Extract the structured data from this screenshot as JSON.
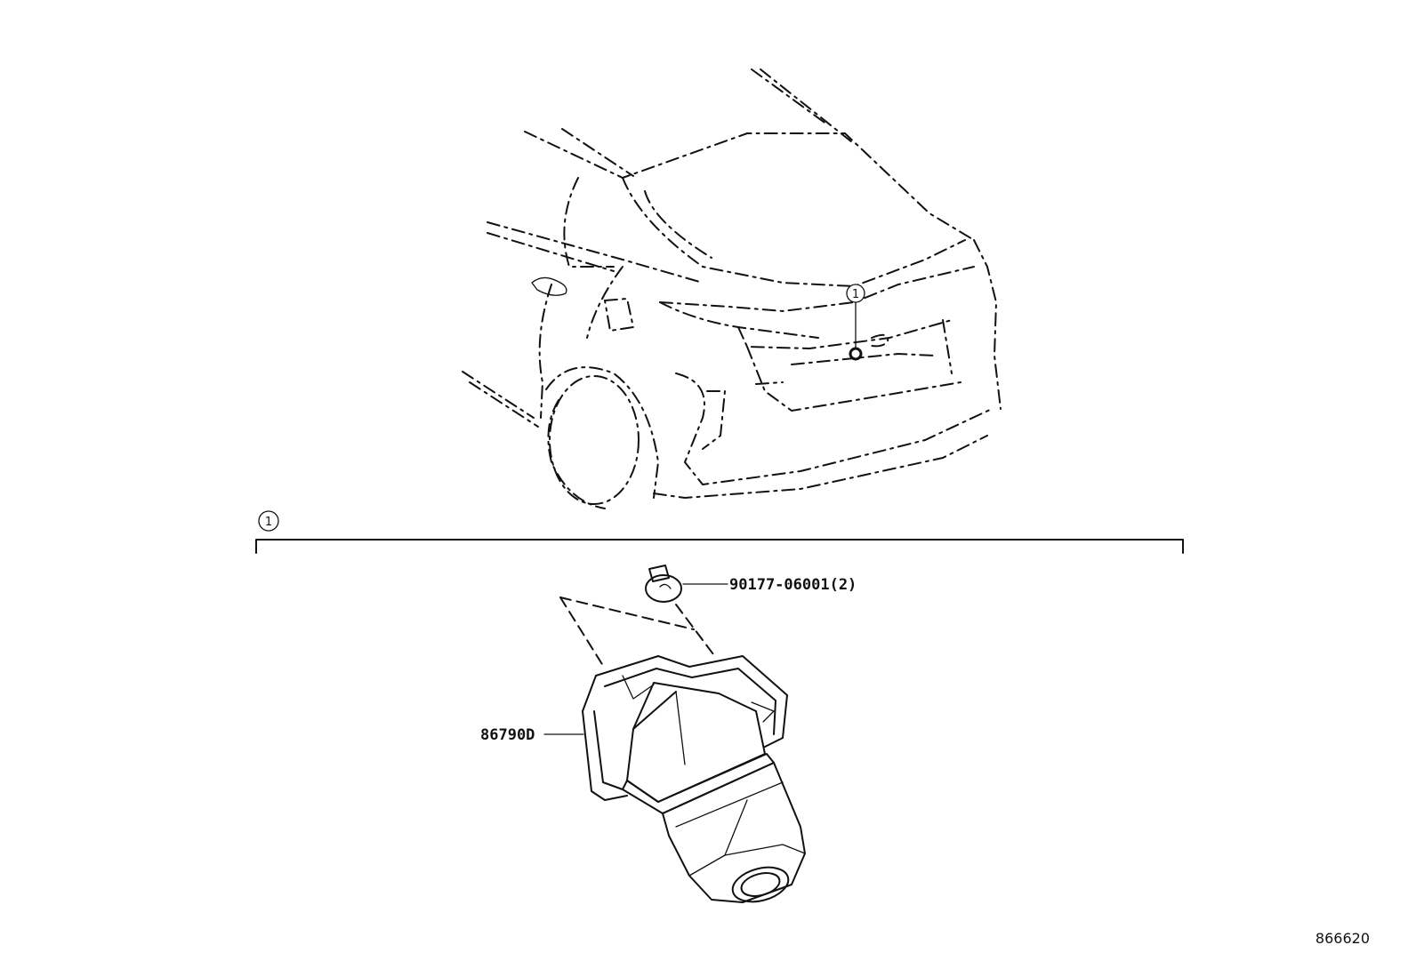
{
  "callouts": {
    "vehicle_ref": "1",
    "group_ref": "1"
  },
  "parts": {
    "clip_label": "90177-06001(2)",
    "camera_label": "86790D"
  },
  "diagram_id": "866620",
  "colors": {
    "line": "#111111",
    "background": "#ffffff"
  }
}
